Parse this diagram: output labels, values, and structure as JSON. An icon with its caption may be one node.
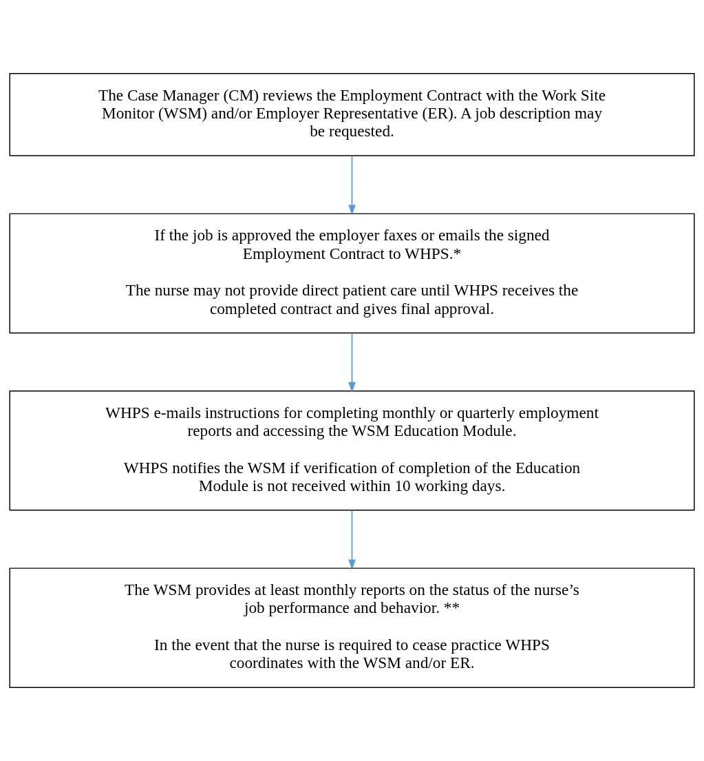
{
  "diagram": {
    "nodes": [
      {
        "text": [
          "The Case Manager (CM) reviews the Employment Contract with the Work Site Monitor (WSM) and/or Employer Representative (ER). A job description may be requested."
        ]
      },
      {
        "text": [
          "If the job is approved the employer faxes or emails the signed Employment Contract to WHPS.*",
          "The nurse may not provide direct patient care until WHPS receives the completed contract and gives final approval."
        ]
      },
      {
        "text": [
          "WHPS e-mails instructions for completing monthly or quarterly employment reports and accessing the WSM Education Module.",
          "WHPS notifies the WSM if verification of completion of the Education Module is not received within 10 working days."
        ]
      },
      {
        "text": [
          "The WSM provides at least monthly reports on the status of the nurse’s job performance and behavior. **",
          "In the event that the nurse is required to cease practice WHPS coordinates with the WSM and/or ER."
        ]
      }
    ],
    "edges": [
      {
        "from": 0,
        "to": 1,
        "arrow": "to"
      },
      {
        "from": 1,
        "to": 2,
        "arrow": "to"
      },
      {
        "from": 2,
        "to": 3,
        "arrow": "to"
      }
    ]
  }
}
